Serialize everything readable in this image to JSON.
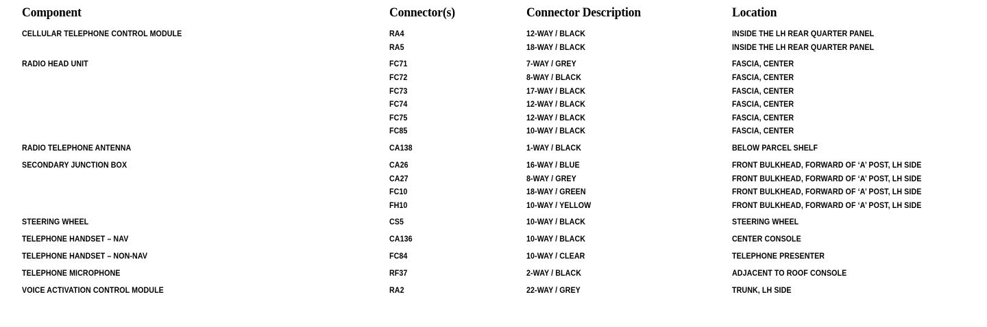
{
  "table": {
    "columns": [
      {
        "key": "component",
        "label": "Component"
      },
      {
        "key": "connectors",
        "label": "Connector(s)"
      },
      {
        "key": "description",
        "label": "Connector Description"
      },
      {
        "key": "location",
        "label": "Location"
      }
    ],
    "groups": [
      {
        "component": "CELLULAR TELEPHONE CONTROL MODULE",
        "rows": [
          {
            "connector": "RA4",
            "description": "12-WAY / BLACK",
            "location": "INSIDE THE LH REAR QUARTER PANEL"
          },
          {
            "connector": "RA5",
            "description": "18-WAY / BLACK",
            "location": "INSIDE THE LH REAR QUARTER PANEL"
          }
        ]
      },
      {
        "component": "RADIO HEAD UNIT",
        "rows": [
          {
            "connector": "FC71",
            "description": "7-WAY / GREY",
            "location": "FASCIA, CENTER"
          },
          {
            "connector": "FC72",
            "description": "8-WAY / BLACK",
            "location": "FASCIA, CENTER"
          },
          {
            "connector": "FC73",
            "description": "17-WAY / BLACK",
            "location": "FASCIA, CENTER"
          },
          {
            "connector": "FC74",
            "description": "12-WAY / BLACK",
            "location": "FASCIA, CENTER"
          },
          {
            "connector": "FC75",
            "description": "12-WAY / BLACK",
            "location": "FASCIA, CENTER"
          },
          {
            "connector": "FC85",
            "description": "10-WAY / BLACK",
            "location": "FASCIA, CENTER"
          }
        ]
      },
      {
        "component": "RADIO TELEPHONE ANTENNA",
        "rows": [
          {
            "connector": "CA138",
            "description": "1-WAY / BLACK",
            "location": "BELOW PARCEL SHELF"
          }
        ]
      },
      {
        "component": "SECONDARY JUNCTION BOX",
        "rows": [
          {
            "connector": "CA26",
            "description": "16-WAY / BLUE",
            "location": "FRONT BULKHEAD, FORWARD OF ‘A’ POST, LH SIDE"
          },
          {
            "connector": "CA27",
            "description": "8-WAY / GREY",
            "location": "FRONT BULKHEAD, FORWARD OF ‘A’ POST, LH SIDE"
          },
          {
            "connector": "FC10",
            "description": "18-WAY / GREEN",
            "location": "FRONT BULKHEAD, FORWARD OF ‘A’ POST, LH SIDE"
          },
          {
            "connector": "FH10",
            "description": "10-WAY / YELLOW",
            "location": "FRONT BULKHEAD, FORWARD OF ‘A’ POST, LH SIDE"
          }
        ]
      },
      {
        "component": "STEERING WHEEL",
        "rows": [
          {
            "connector": "CS5",
            "description": "10-WAY / BLACK",
            "location": "STEERING WHEEL"
          }
        ]
      },
      {
        "component": "TELEPHONE HANDSET – NAV",
        "rows": [
          {
            "connector": "CA136",
            "description": "10-WAY / BLACK",
            "location": "CENTER CONSOLE"
          }
        ]
      },
      {
        "component": "TELEPHONE HANDSET – NON-NAV",
        "rows": [
          {
            "connector": "FC84",
            "description": "10-WAY / CLEAR",
            "location": "TELEPHONE PRESENTER"
          }
        ]
      },
      {
        "component": "TELEPHONE MICROPHONE",
        "rows": [
          {
            "connector": "RF37",
            "description": "2-WAY / BLACK",
            "location": "ADJACENT TO ROOF CONSOLE"
          }
        ]
      },
      {
        "component": "VOICE ACTIVATION CONTROL MODULE",
        "rows": [
          {
            "connector": "RA2",
            "description": "22-WAY / GREY",
            "location": "TRUNK, LH SIDE"
          }
        ]
      }
    ]
  }
}
